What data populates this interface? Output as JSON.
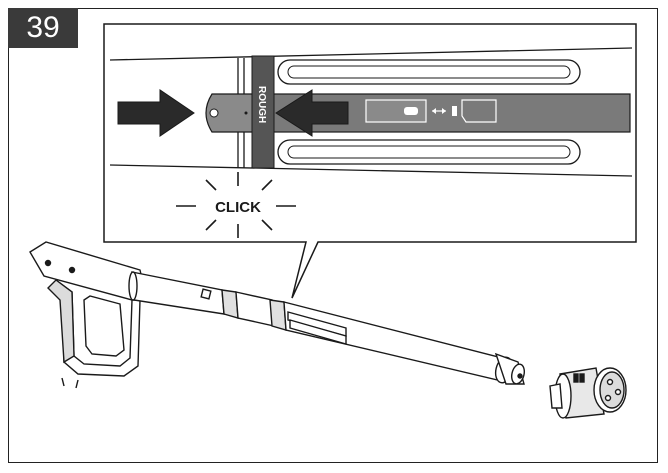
{
  "step": {
    "number": "39"
  },
  "detail": {
    "band_label": "ROUGH",
    "click_label": "CLICK"
  },
  "colors": {
    "line": "#1a1a1a",
    "dark_fill": "#3a3a3a",
    "band_fill": "#555555",
    "slot_fill": "#8a8a8a"
  },
  "icons": [
    "arrow-right-icon",
    "arrow-left-icon",
    "click-burst-icon",
    "swap-arrow-icon"
  ]
}
